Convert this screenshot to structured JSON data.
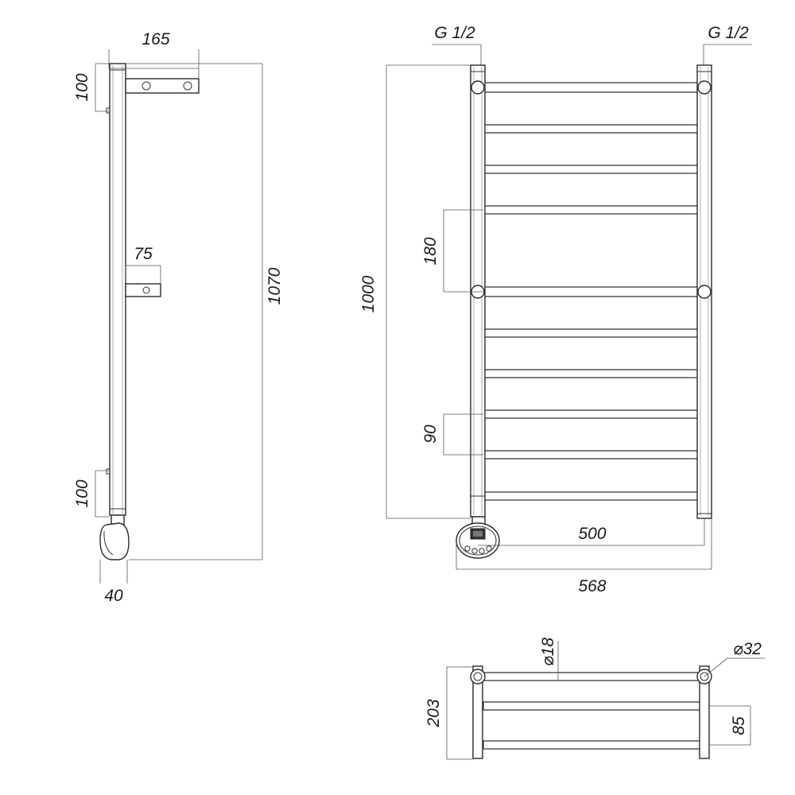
{
  "side_view": {
    "dim_top_bracket_width": "165",
    "dim_top_offset": "100",
    "dim_mid_bracket_width": "75",
    "dim_total_height": "1070",
    "dim_bottom_offset": "100",
    "dim_depth": "40"
  },
  "front_view": {
    "thread_left": "G 1/2",
    "thread_right": "G 1/2",
    "dim_height": "1000",
    "dim_upper_spacing": "180",
    "dim_lower_spacing": "90",
    "dim_center_distance": "500",
    "dim_overall_width": "568"
  },
  "top_view": {
    "dim_rung_diameter": "⌀18",
    "dim_pipe_diameter": "⌀32",
    "dim_depth": "203",
    "dim_rung_spacing": "85"
  }
}
